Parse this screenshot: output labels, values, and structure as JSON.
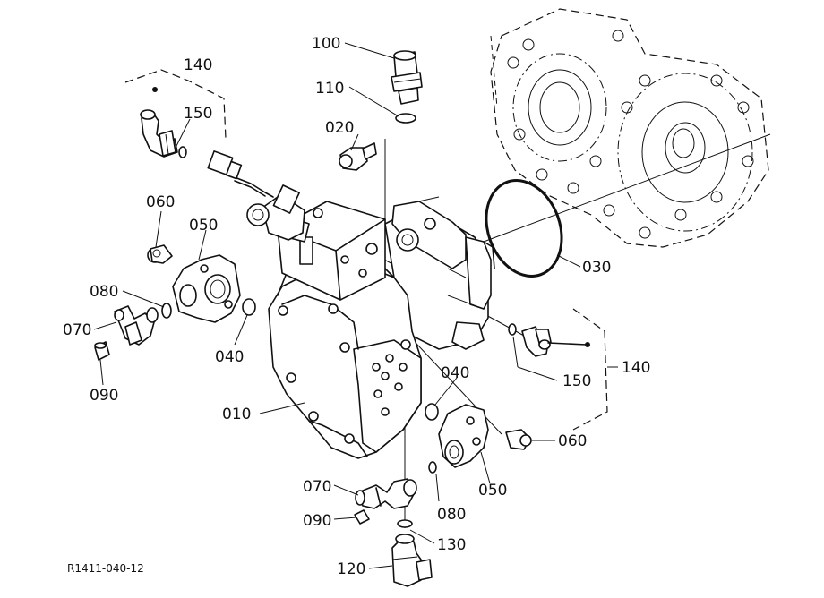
{
  "reference_code": "R1411-040-12",
  "callouts": {
    "c100": "100",
    "c110": "110",
    "c140a": "140",
    "c150a": "150",
    "c020": "020",
    "c060a": "060",
    "c050a": "050",
    "c080a": "080",
    "c070a": "070",
    "c090a": "090",
    "c040a": "040",
    "c010": "010",
    "c030": "030",
    "c040b": "040",
    "c150b": "150",
    "c140b": "140",
    "c060b": "060",
    "c050b": "050",
    "c070b": "070",
    "c090b": "090",
    "c080b": "080",
    "c130": "130",
    "c120": "120"
  }
}
